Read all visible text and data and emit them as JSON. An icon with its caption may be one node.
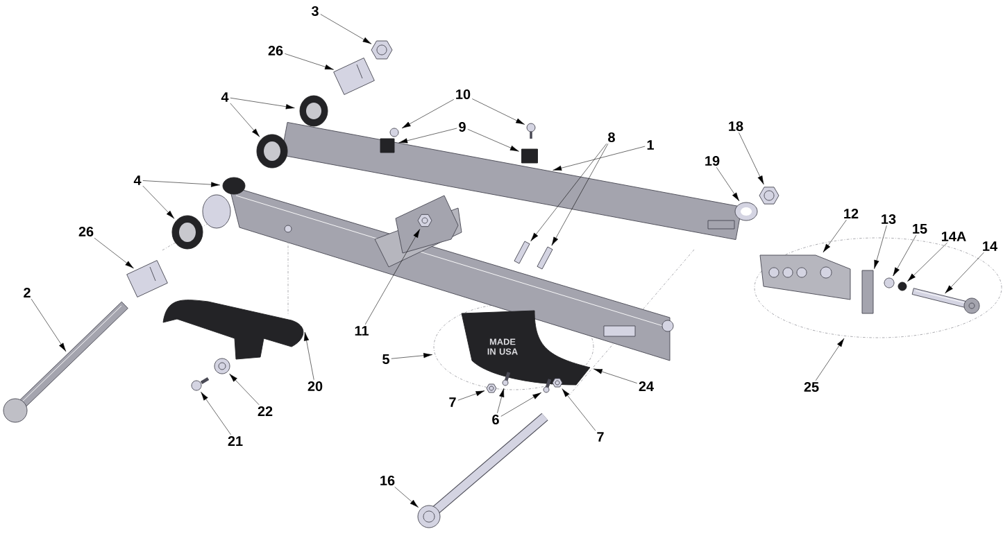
{
  "diagram": {
    "nodes": [
      {
        "text": [
          "3"
        ]
      },
      {
        "text": [
          "26"
        ]
      },
      {
        "text": [
          "10"
        ]
      },
      {
        "text": [
          "4"
        ]
      },
      {
        "text": [
          "9"
        ]
      },
      {
        "text": [
          "18"
        ]
      },
      {
        "text": [
          "8"
        ]
      },
      {
        "text": [
          "1"
        ]
      },
      {
        "text": [
          "19"
        ]
      },
      {
        "text": [
          "4"
        ]
      },
      {
        "text": [
          "12"
        ]
      },
      {
        "text": [
          "13"
        ]
      },
      {
        "text": [
          "15"
        ]
      },
      {
        "text": [
          "14A"
        ]
      },
      {
        "text": [
          "26"
        ]
      },
      {
        "text": [
          "14"
        ]
      },
      {
        "text": [
          "2"
        ]
      },
      {
        "text": [
          "11"
        ]
      },
      {
        "text": [
          "5"
        ]
      },
      {
        "text": [
          "24"
        ]
      },
      {
        "text": [
          "20"
        ]
      },
      {
        "text": [
          "7"
        ]
      },
      {
        "text": [
          "22"
        ]
      },
      {
        "text": [
          "6"
        ]
      },
      {
        "text": [
          "25"
        ]
      },
      {
        "text": [
          "7"
        ]
      },
      {
        "text": [
          "21"
        ]
      },
      {
        "text": [
          "16"
        ]
      },
      {
        "text": [
          "MADE IN USA"
        ],
        "in": 51
      },
      {
        "text": [],
        "shape": "picture"
      },
      {
        "text": [],
        "shape": "picture",
        "in": 51
      },
      {
        "text": [],
        "shape": "picture"
      },
      {
        "text": [],
        "shape": "picture"
      },
      {
        "text": [],
        "shape": "picture"
      },
      {
        "text": [],
        "shape": "picture"
      },
      {
        "text": [],
        "shape": "box",
        "in": 47
      },
      {
        "text": [],
        "shape": "circle"
      },
      {
        "text": [],
        "shape": "picture"
      },
      {
        "text": [],
        "shape": "box"
      },
      {
        "text": [],
        "shape": "picture"
      },
      {
        "text": [],
        "shape": "picture"
      },
      {
        "text": [],
        "shape": "ellipse"
      },
      {
        "text": [],
        "shape": "picture"
      },
      {
        "text": [],
        "shape": "picture"
      },
      {
        "text": [],
        "shape": "picture"
      },
      {
        "text": [],
        "shape": "picture"
      },
      {
        "text": [],
        "shape": "picture"
      },
      {
        "text": [],
        "shape": "picture"
      },
      {
        "text": [],
        "shape": "picture"
      },
      {
        "text": [],
        "shape": "picture"
      },
      {
        "text": [],
        "shape": "picture"
      },
      {
        "text": [],
        "shape": "ellipse"
      },
      {
        "text": [],
        "shape": "picture"
      },
      {
        "text": [],
        "shape": "picture"
      },
      {
        "text": [],
        "shape": "picture"
      },
      {
        "text": [],
        "shape": "ellipse"
      },
      {
        "text": [],
        "shape": "picture",
        "in": 55
      },
      {
        "text": [],
        "shape": "box",
        "in": 55
      },
      {
        "text": [],
        "shape": "circle",
        "in": 55
      },
      {
        "text": [],
        "shape": "circle",
        "in": 55
      },
      {
        "text": [],
        "shape": "picture",
        "in": 55
      },
      {
        "text": [],
        "shape": "picture"
      }
    ],
    "edges": [
      {
        "from": 0,
        "to": 33,
        "arrow": "to"
      },
      {
        "from": 1,
        "to": 34,
        "arrow": "to"
      },
      {
        "from": 2,
        "to": 36,
        "arrow": "to"
      },
      {
        "from": 2,
        "to": 37,
        "arrow": "to"
      },
      {
        "from": 3,
        "to": 39,
        "arrow": "to"
      },
      {
        "from": 3,
        "to": 40,
        "arrow": "to"
      },
      {
        "from": 4,
        "to": 35,
        "arrow": "to"
      },
      {
        "from": 4,
        "to": 38,
        "arrow": "to"
      },
      {
        "from": 5,
        "to": 43,
        "arrow": "to"
      },
      {
        "from": 6,
        "to": 45,
        "arrow": "to"
      },
      {
        "from": 6,
        "to": 46,
        "arrow": "to"
      },
      {
        "from": 7,
        "to": 47,
        "arrow": "to"
      },
      {
        "from": 8,
        "to": 44,
        "arrow": "to"
      },
      {
        "from": 9,
        "to": 41,
        "arrow": "to"
      },
      {
        "from": 9,
        "to": 42,
        "arrow": "to"
      },
      {
        "from": 10,
        "to": 56,
        "arrow": "to"
      },
      {
        "from": 11,
        "to": 57,
        "arrow": "to"
      },
      {
        "from": 12,
        "to": 58,
        "arrow": "to"
      },
      {
        "from": 13,
        "to": 59,
        "arrow": "to"
      },
      {
        "from": 14,
        "to": 48,
        "arrow": "to"
      },
      {
        "from": 15,
        "to": 60,
        "arrow": "to"
      },
      {
        "from": 16,
        "to": 49,
        "arrow": "to"
      },
      {
        "from": 17,
        "to": 50,
        "arrow": "to"
      },
      {
        "from": 18,
        "to": 51,
        "arrow": "to"
      },
      {
        "from": 19,
        "to": 28,
        "arrow": "to"
      },
      {
        "from": 20,
        "to": 52,
        "arrow": "to"
      },
      {
        "from": 21,
        "to": 29,
        "arrow": "to"
      },
      {
        "from": 22,
        "to": 53,
        "arrow": "to"
      },
      {
        "from": 23,
        "to": 30,
        "arrow": "to"
      },
      {
        "from": 23,
        "to": 31,
        "arrow": "to"
      },
      {
        "from": 24,
        "to": 55,
        "arrow": "to"
      },
      {
        "from": 25,
        "to": 32,
        "arrow": "to"
      },
      {
        "from": 26,
        "to": 54,
        "arrow": "to"
      },
      {
        "from": 27,
        "to": 61,
        "arrow": "to"
      }
    ]
  }
}
